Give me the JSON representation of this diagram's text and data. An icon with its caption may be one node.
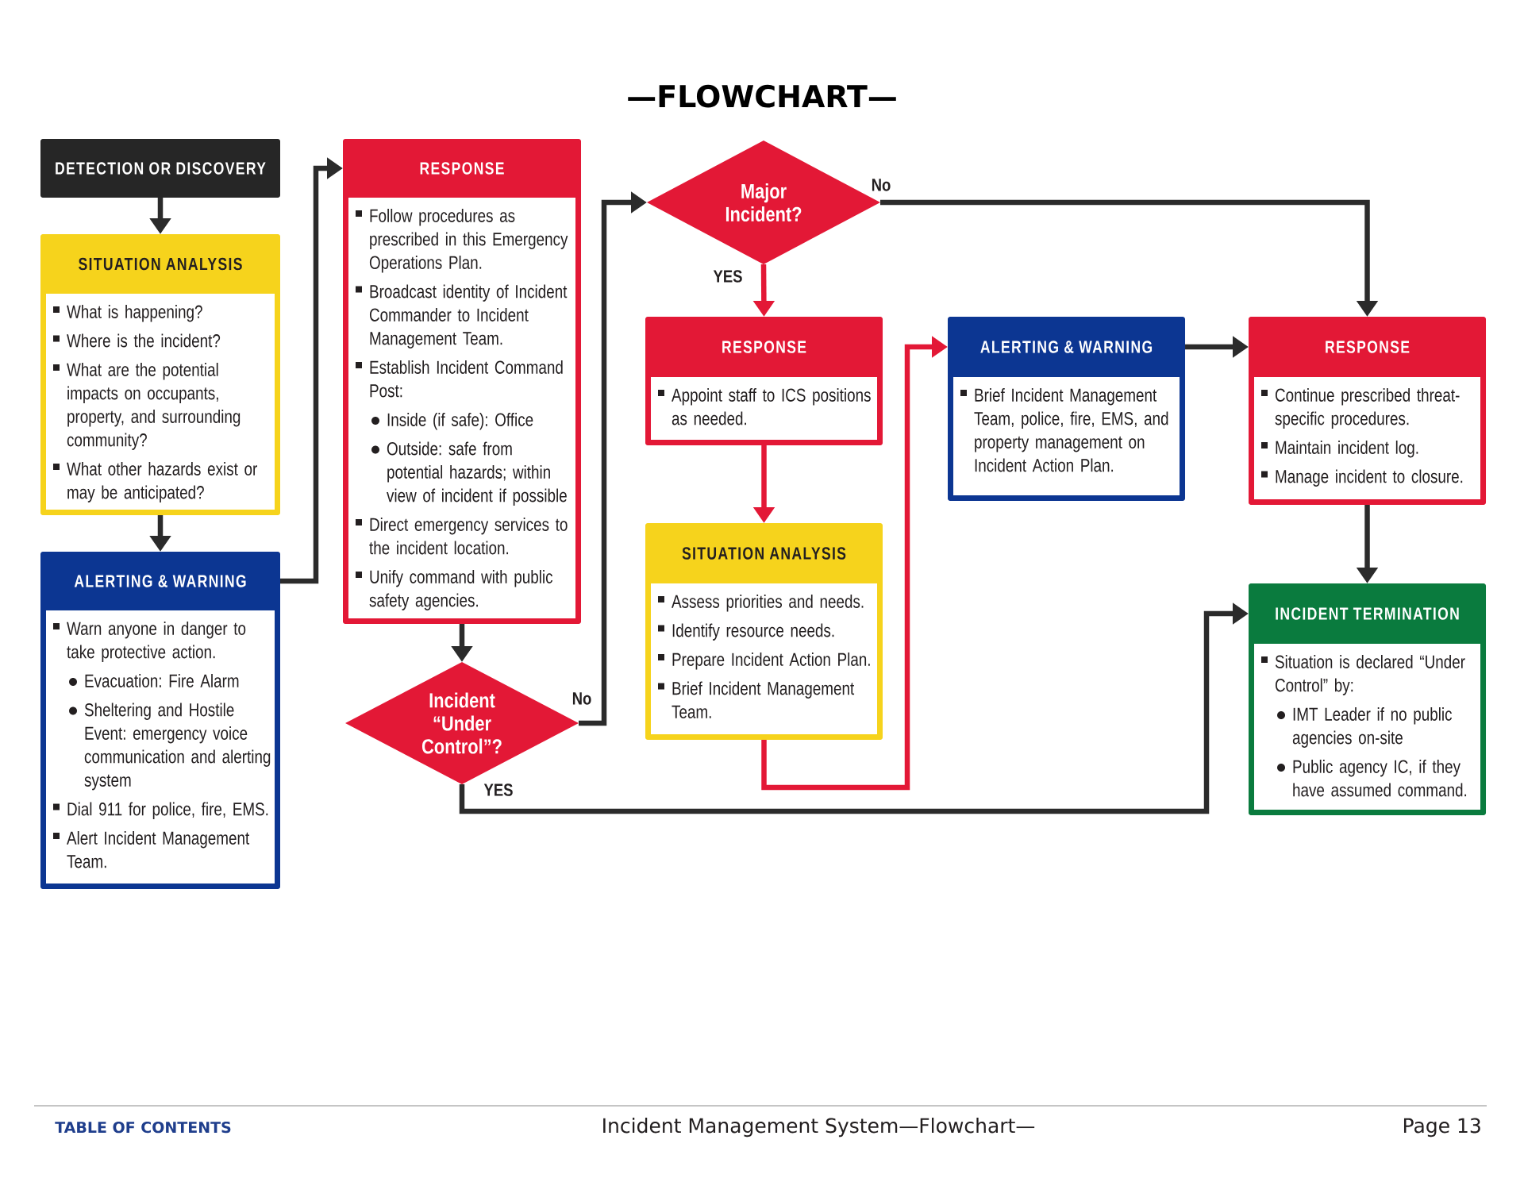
{
  "diagram": {
    "title": "—FLOWCHART—",
    "nodes": [
      {
        "text": [
          "DETECTION OR DISCOVERY"
        ]
      },
      {
        "text": [
          "SITUATION ANALYSIS",
          "What is happening?",
          "Where is the incident?",
          "What are the potential impacts on occupants, property, and surrounding community?",
          "What other hazards exist or may be anticipated?"
        ]
      },
      {
        "text": [
          "ALERTING & WARNING",
          "Warn anyone in danger to take protective action.",
          "Evacuation: Fire Alarm",
          "Sheltering and Hostile Event: emergency voice communication and alerting system",
          "Dial 911 for police, fire, EMS.",
          "Alert Incident Management Team."
        ]
      },
      {
        "text": [
          "RESPONSE",
          "Follow procedures as prescribed in this Emergency Operations Plan.",
          "Broadcast identity of Incident Commander to Incident Management Team.",
          "Establish Incident Command Post:",
          "Inside (if safe): Office",
          "Outside: safe from potential hazards; within view of incident if possible",
          "Direct emergency services to the incident location.",
          "Unify command with public safety agencies."
        ]
      },
      {
        "text": [
          "Incident “Under Control”?"
        ]
      },
      {
        "text": [
          "Major Incident?"
        ]
      },
      {
        "text": [
          "RESPONSE",
          "Appoint staff to ICS positions as needed."
        ]
      },
      {
        "text": [
          "SITUATION ANALYSIS",
          "Assess priorities and needs.",
          "Identify resource needs.",
          "Prepare Incident Action Plan.",
          "Brief Incident Management Team."
        ]
      },
      {
        "text": [
          "ALERTING & WARNING",
          "Brief Incident Management Team, police, fire, EMS, and property management on Incident Action Plan."
        ]
      },
      {
        "text": [
          "RESPONSE",
          "Continue prescribed threat-specific procedures.",
          "Maintain incident log.",
          "Manage incident to closure."
        ]
      },
      {
        "text": [
          "INCIDENT TERMINATION",
          "Situation is declared “Under Control” by:",
          "IMT Leader if no public agencies on-site",
          "Public agency IC, if they have assumed command."
        ]
      }
    ],
    "edges": [
      {
        "from": 0,
        "to": 1,
        "arrow": "to"
      },
      {
        "from": 1,
        "to": 2,
        "arrow": "to"
      },
      {
        "from": 2,
        "to": 3,
        "arrow": "to"
      },
      {
        "from": 3,
        "to": 4,
        "arrow": "to"
      },
      {
        "from": 4,
        "to": 5,
        "arrow": "to",
        "label": "No"
      },
      {
        "from": 4,
        "to": 10,
        "arrow": "to",
        "label": "YES"
      },
      {
        "from": 5,
        "to": 6,
        "arrow": "to",
        "label": "YES",
        "color": "#e31836"
      },
      {
        "from": 5,
        "to": 9,
        "arrow": "to",
        "label": "No"
      },
      {
        "from": 6,
        "to": 7,
        "arrow": "to",
        "color": "#e31836"
      },
      {
        "from": 7,
        "to": 8,
        "arrow": "to",
        "color": "#e31836"
      },
      {
        "from": 8,
        "to": 9,
        "arrow": "to"
      },
      {
        "from": 9,
        "to": 10,
        "arrow": "to"
      }
    ],
    "labels": [
      "TABLE OF CONTENTS",
      "Incident Management System—Flowchart—",
      "Page 13"
    ]
  }
}
